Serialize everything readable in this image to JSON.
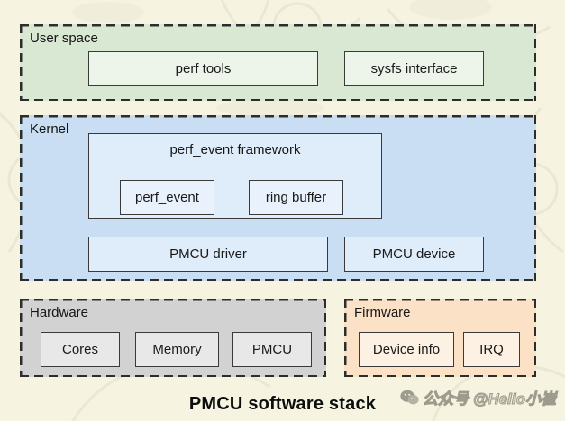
{
  "diagram": {
    "title": "PMCU software stack",
    "sections": {
      "user_space": {
        "label": "User space",
        "boxes": [
          "perf tools",
          "sysfs interface"
        ]
      },
      "kernel": {
        "label": "Kernel",
        "framework": {
          "label": "perf_event framework",
          "boxes": [
            "perf_event",
            "ring buffer"
          ]
        },
        "boxes": [
          "PMCU driver",
          "PMCU device"
        ]
      },
      "hardware": {
        "label": "Hardware",
        "boxes": [
          "Cores",
          "Memory",
          "PMCU"
        ]
      },
      "firmware": {
        "label": "Firmware",
        "boxes": [
          "Device info",
          "IRQ"
        ]
      }
    }
  },
  "watermark": {
    "icon": "wechat-icon",
    "text": "公众号 @Hello小崔"
  },
  "colors": {
    "background": "#f6f4e1",
    "dashed_border": "#2d2d2d",
    "node_border": "#3a3a3a",
    "user_space_fill": "#d9e8d2",
    "user_space_node_fill": "#edf4e9",
    "kernel_fill": "#c9def2",
    "kernel_node_fill": "#dfecfa",
    "framework_fill": "#e2eefb",
    "hardware_fill": "#d2d2d2",
    "hardware_node_fill": "#e8e8e8",
    "firmware_fill": "#fbe2c7",
    "firmware_node_fill": "#fdf1e3",
    "watermark_gray": "#9c9b8c"
  }
}
